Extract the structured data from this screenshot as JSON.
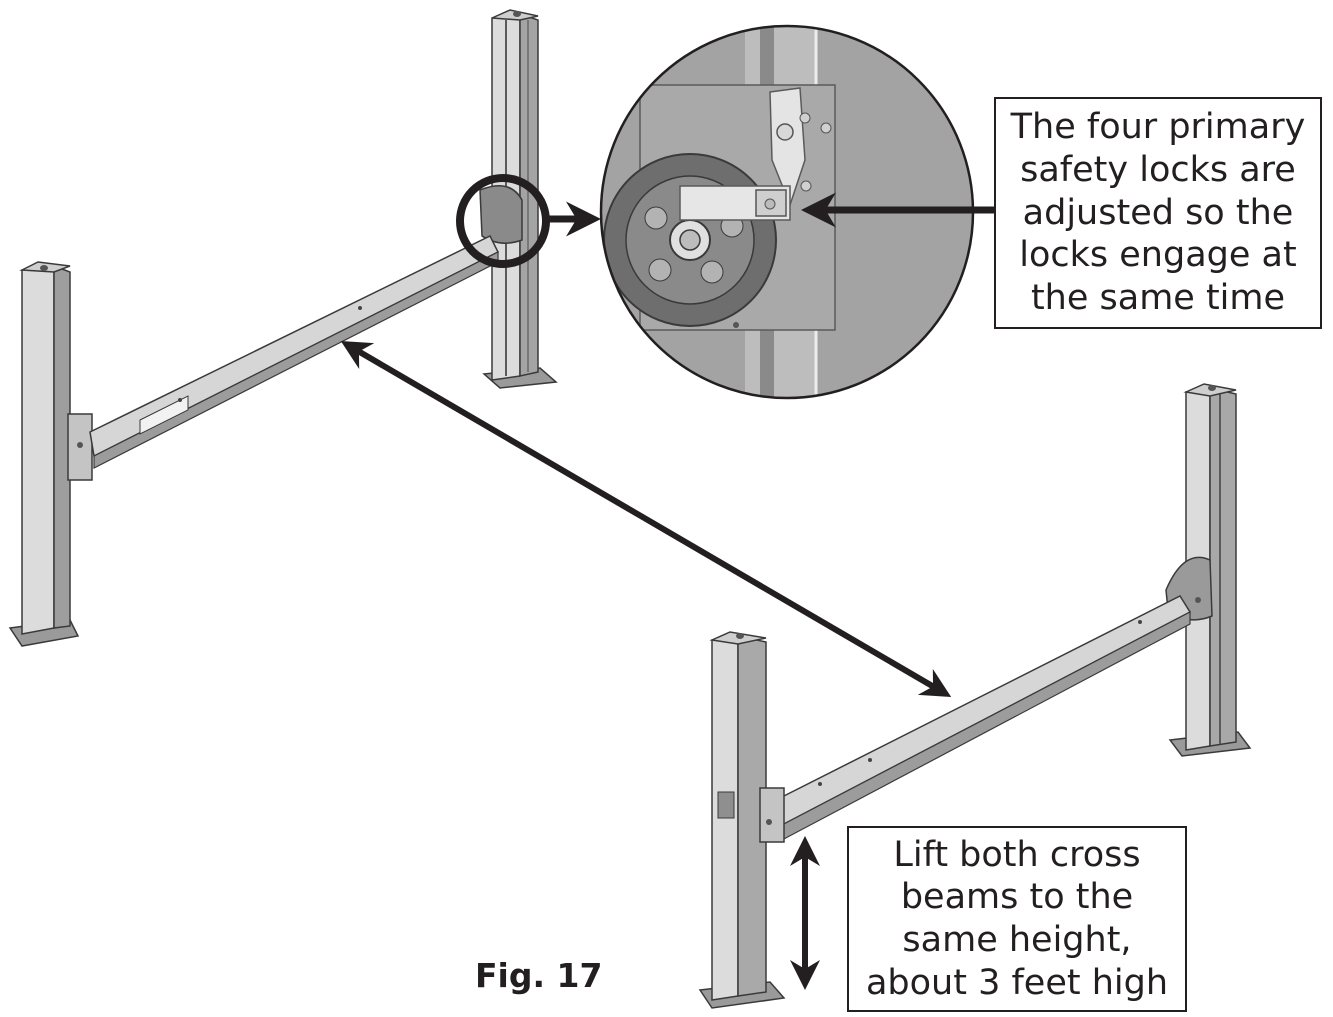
{
  "callouts": {
    "locks": [
      "The four primary",
      "safety locks are",
      "adjusted so the",
      "locks engage at",
      "the same time"
    ],
    "height": [
      "Lift both cross",
      "beams to the",
      "same height,",
      "about 3 feet high"
    ]
  },
  "figure_label": "Fig. 17",
  "colors": {
    "steel_light": "#d4d4d4",
    "steel_mid": "#b3b3b3",
    "steel_dark": "#8c8c8c",
    "outline": "#3a3a3a",
    "arrow": "#231f20",
    "detail_bg": "#9d9d9d"
  }
}
